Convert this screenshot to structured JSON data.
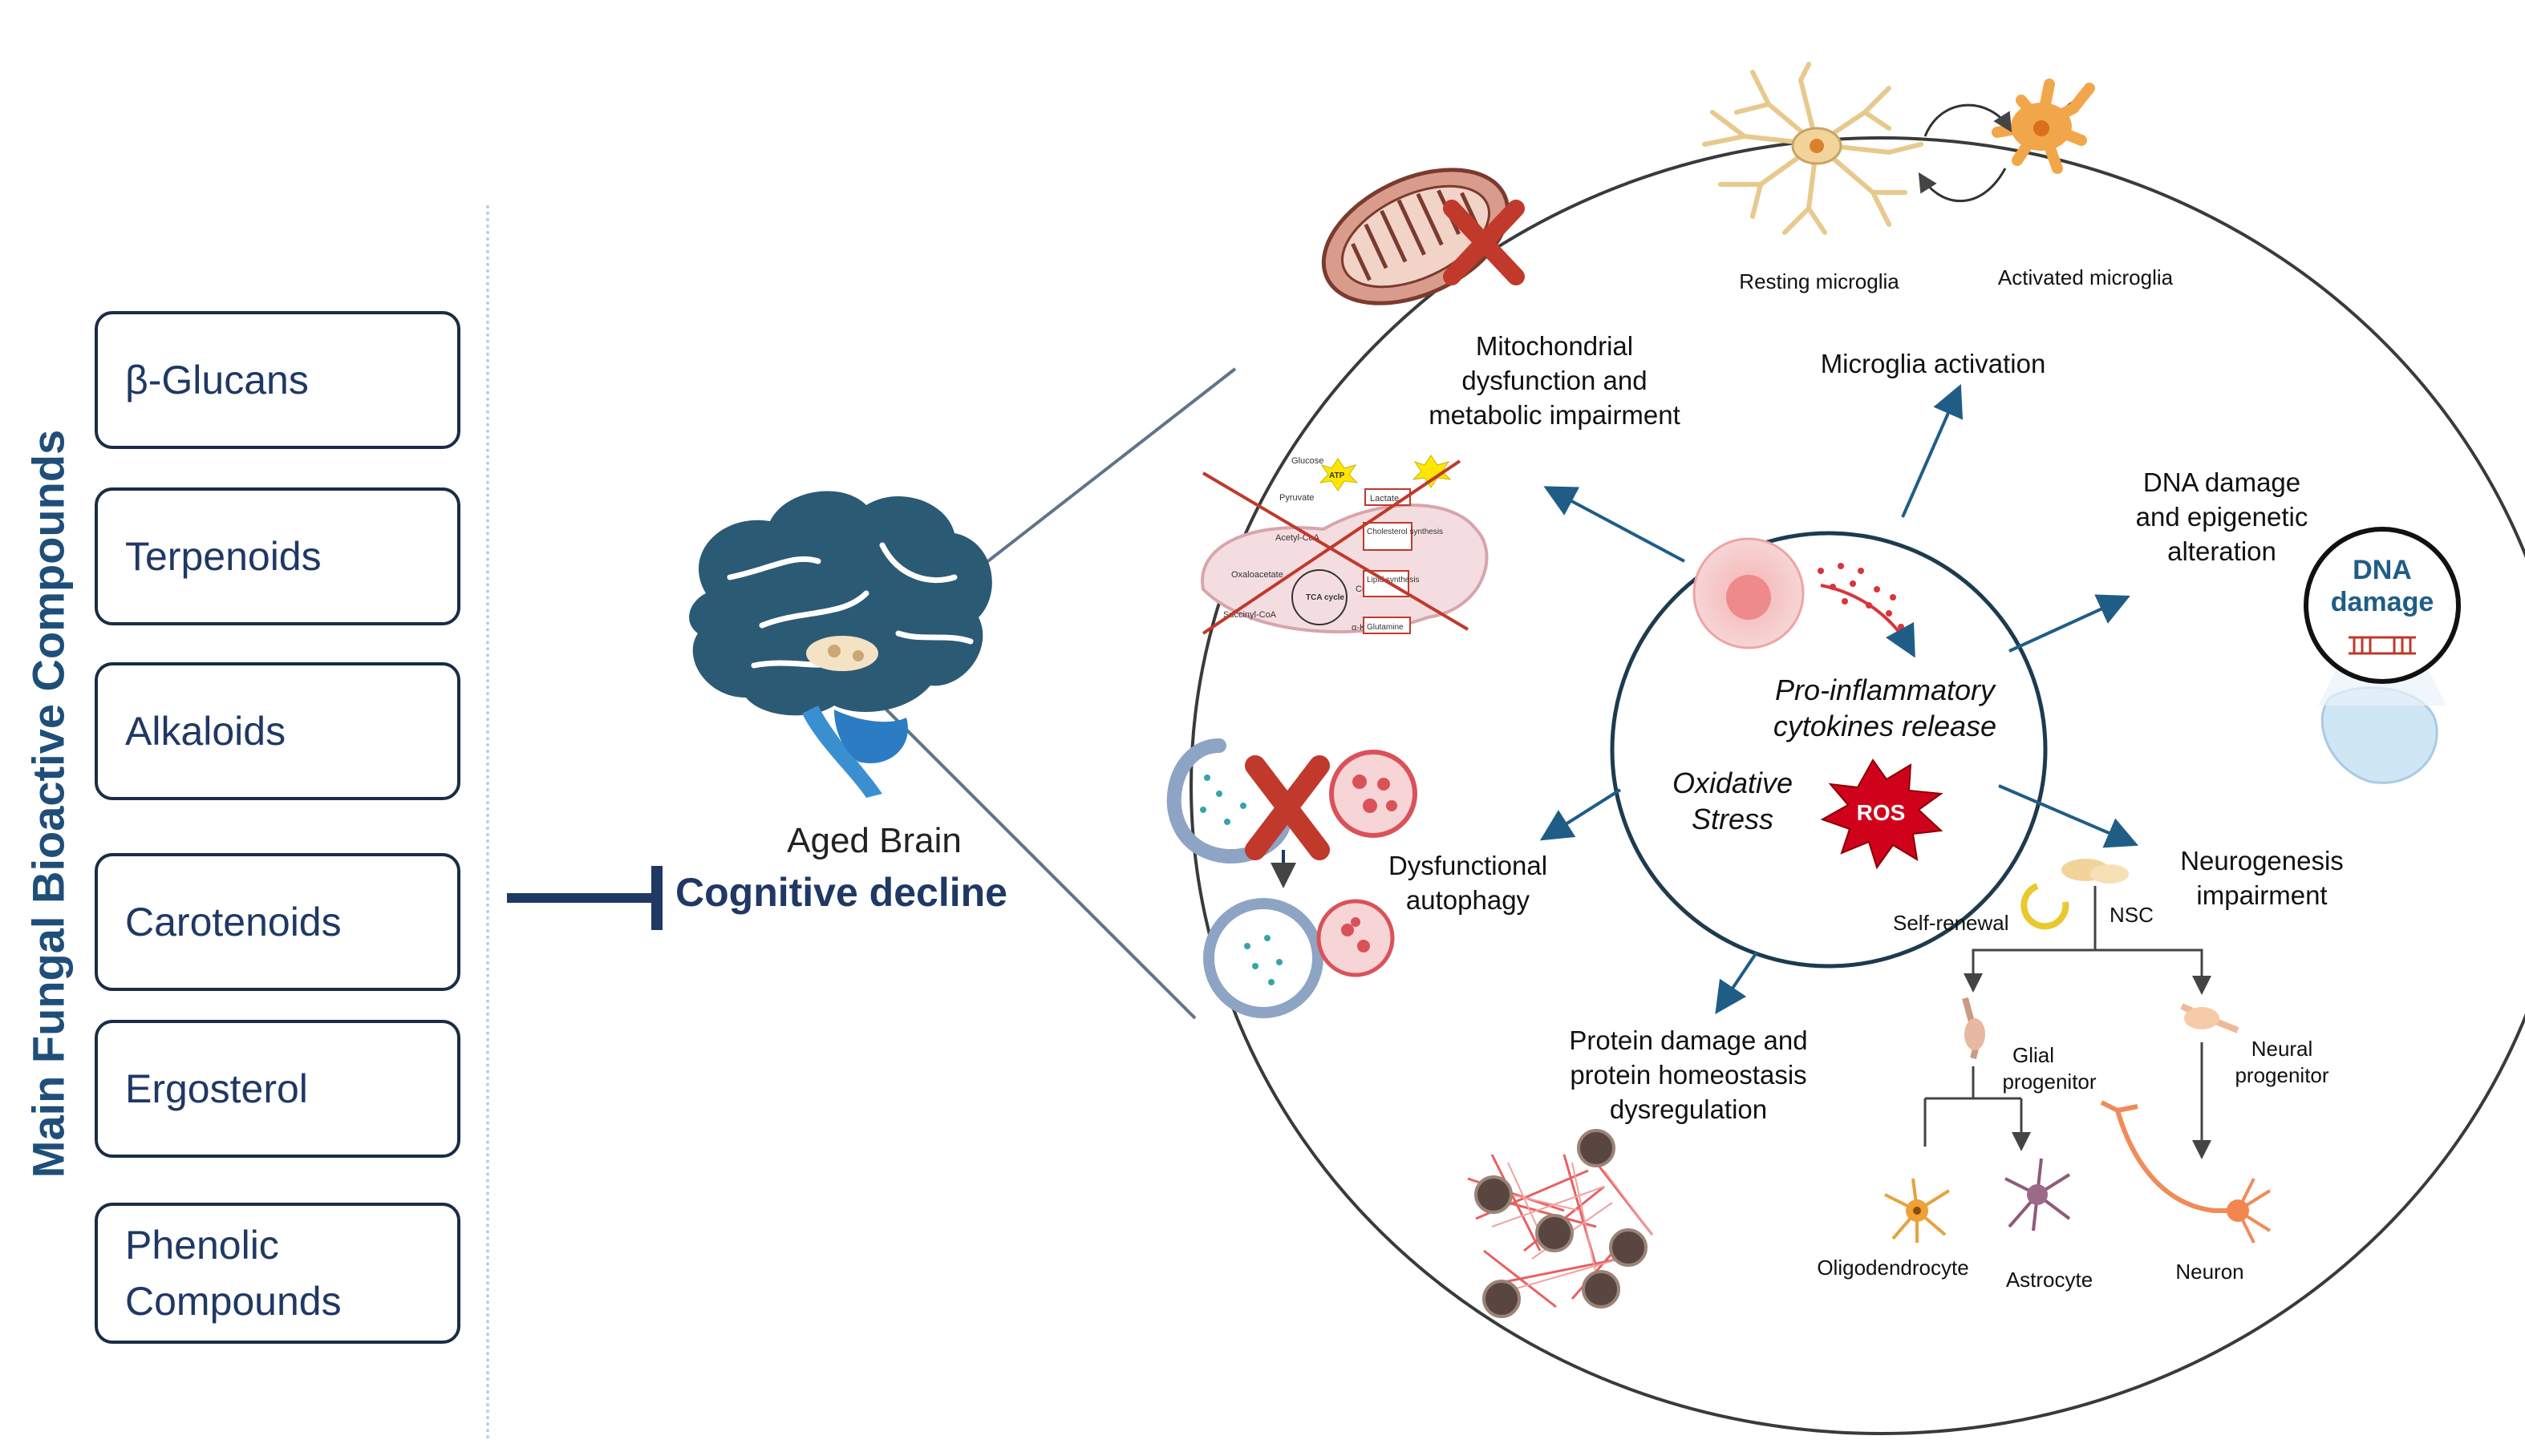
{
  "sidebar": {
    "title": "Main Fungal Bioactive Compounds",
    "compounds": [
      "β-Glucans",
      "Terpenoids",
      "Alkaloids",
      "Carotenoids",
      "Ergosterol",
      "Phenolic Compounds"
    ]
  },
  "brain": {
    "label": "Aged Brain",
    "outcome": "Cognitive decline"
  },
  "center": {
    "cytokines": "Pro-inflammatory cytokines release",
    "oxidative": "Oxidative Stress",
    "ros": "ROS"
  },
  "mechanisms": {
    "mitochondrial": "Mitochondrial dysfunction and metabolic impairment",
    "microglia": "Microglia activation",
    "dna": "DNA damage and epigenetic alteration",
    "neurogenesis": "Neurogenesis impairment",
    "protein": "Protein damage and protein homeostasis dysregulation",
    "autophagy": "Dysfunctional autophagy"
  },
  "microglia_labels": {
    "resting": "Resting microglia",
    "activated": "Activated microglia"
  },
  "dna_badge": "DNA damage",
  "neuro_tree": {
    "self_renewal": "Self-renewal",
    "nsc": "NSC",
    "glial": "Glial progenitor",
    "neural": "Neural progenitor",
    "oligo": "Oligodendrocyte",
    "astro": "Astrocyte",
    "neuron": "Neuron"
  },
  "metabolism": {
    "glucose": "Glucose",
    "pyruvate": "Pyruvate",
    "acetyl": "Acetyl-CoA",
    "oxaloacetate": "Oxaloacetate",
    "citrate": "Citrate",
    "succinyl": "Succinyl-CoA",
    "akg": "α-KG",
    "tca": "TCA cycle",
    "lactate": "Lactate",
    "cholesterol": "Cholesterol synthesis",
    "lipid": "Lipid synthesis",
    "glutamine": "Glutamine",
    "atp": "ATP"
  },
  "colors": {
    "navy": "#1f3864",
    "arrow": "#1f5d86",
    "brain": "#2b5a75",
    "cross": "#c0392b",
    "ros": "#d0021b",
    "circle_border": "#3a3a3a"
  }
}
